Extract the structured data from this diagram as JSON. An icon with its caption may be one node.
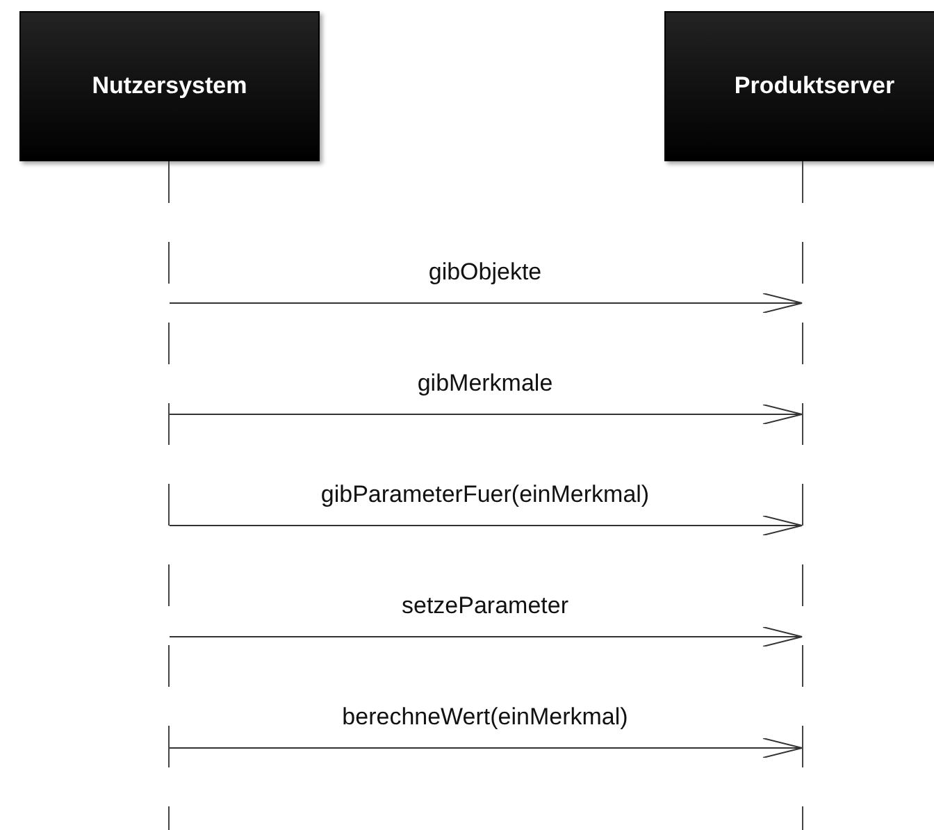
{
  "diagram": {
    "nodes": [
      {
        "text": [
          "Nutzersystem"
        ]
      },
      {
        "text": [
          "Produktserver"
        ]
      },
      {
        "text": [],
        "shape": "line"
      },
      {
        "text": [],
        "shape": "line"
      }
    ],
    "edges": [
      {
        "from": 2,
        "to": 3,
        "arrow": "to",
        "label": "gibObjekte"
      },
      {
        "from": 2,
        "to": 3,
        "arrow": "to",
        "label": "gibMerkmale"
      },
      {
        "from": 2,
        "to": 3,
        "arrow": "to",
        "label": "gibParameterFuer(einMerkmal)"
      },
      {
        "from": 2,
        "to": 3,
        "arrow": "to",
        "label": "setzeParameter"
      },
      {
        "from": 2,
        "to": 3,
        "arrow": "to",
        "label": "berechneWert(einMerkmal)"
      }
    ]
  }
}
